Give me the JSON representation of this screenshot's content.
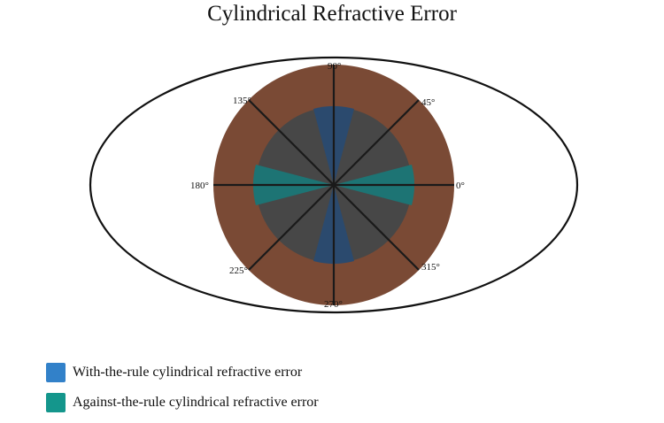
{
  "title": "Cylindrical Refractive Error",
  "angle_labels": {
    "a0": "0°",
    "a45": "45°",
    "a90": "90°",
    "a135": "135°",
    "a180": "180°",
    "a225": "225°",
    "a270": "270°",
    "a315": "315°"
  },
  "legend": [
    {
      "label": "With-the-rule cylindrical refractive error",
      "color": "#3281c9"
    },
    {
      "label": "Against-the-rule cylindrical refractive error",
      "color": "#14968c"
    }
  ],
  "colors": {
    "outline": "#111111",
    "iris": "#7a4a35",
    "pupil": "#474747",
    "with_rule_wedge": "#2b4a6e",
    "against_rule_wedge": "#1d7474"
  }
}
